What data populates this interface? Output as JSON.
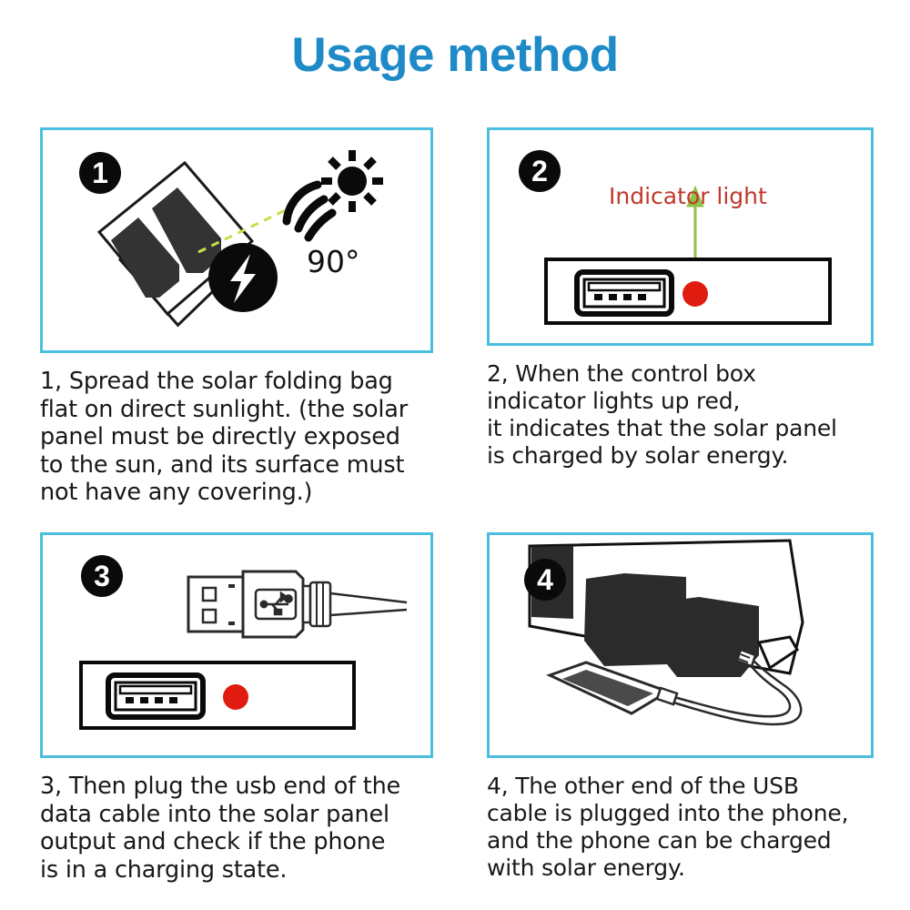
{
  "header": {
    "title": "Usage method",
    "title_color": "#1E8BC8"
  },
  "theme": {
    "box_border_color": "#4BBEE0",
    "badge_bg": "#000000",
    "badge_text": "#FFFFFF",
    "indicator_text_color": "#C0392B",
    "led_color": "#E01B10",
    "arrow_color": "#8FC24A",
    "ray_color": "#C8E04A",
    "solar_cell_color": "#333333",
    "caption_color": "#17181A"
  },
  "steps": [
    {
      "number": "1",
      "badge_name": "step-1-badge",
      "caption": "1, Spread the solar folding bag\nflat on direct sunlight. (the solar\npanel must be directly exposed\nto the sun, and its surface must\nnot have any covering.)",
      "figure": {
        "angle_label": "90°",
        "icons": [
          "sun-icon",
          "radiation-wave-icon",
          "solar-panel-icon",
          "lightning-bolt-icon",
          "dashed-ray-line"
        ]
      }
    },
    {
      "number": "2",
      "badge_name": "step-2-badge",
      "caption": "2, When the control box\nindicator lights up red,\nit indicates that the solar panel\nis charged by solar energy.",
      "figure": {
        "indicator_label": "Indicator light",
        "icons": [
          "control-box",
          "usb-a-port-icon",
          "red-led-indicator",
          "up-arrow-icon"
        ]
      }
    },
    {
      "number": "3",
      "badge_name": "step-3-badge",
      "caption": "3, Then plug the usb end of the\ndata cable into the solar panel\noutput and check if the phone\nis in a charging state.",
      "figure": {
        "icons": [
          "usb-a-plug-icon",
          "usb-trident-logo",
          "cable",
          "control-box",
          "usb-a-port-icon",
          "red-led-indicator"
        ]
      }
    },
    {
      "number": "4",
      "badge_name": "step-4-badge",
      "caption": "4, The other end of the USB\ncable is plugged into the phone,\nand the phone can be charged\nwith solar energy.",
      "figure": {
        "icons": [
          "solar-panel-unfolded",
          "solar-cell",
          "output-pocket",
          "smartphone-icon",
          "charging-cable"
        ]
      }
    }
  ]
}
